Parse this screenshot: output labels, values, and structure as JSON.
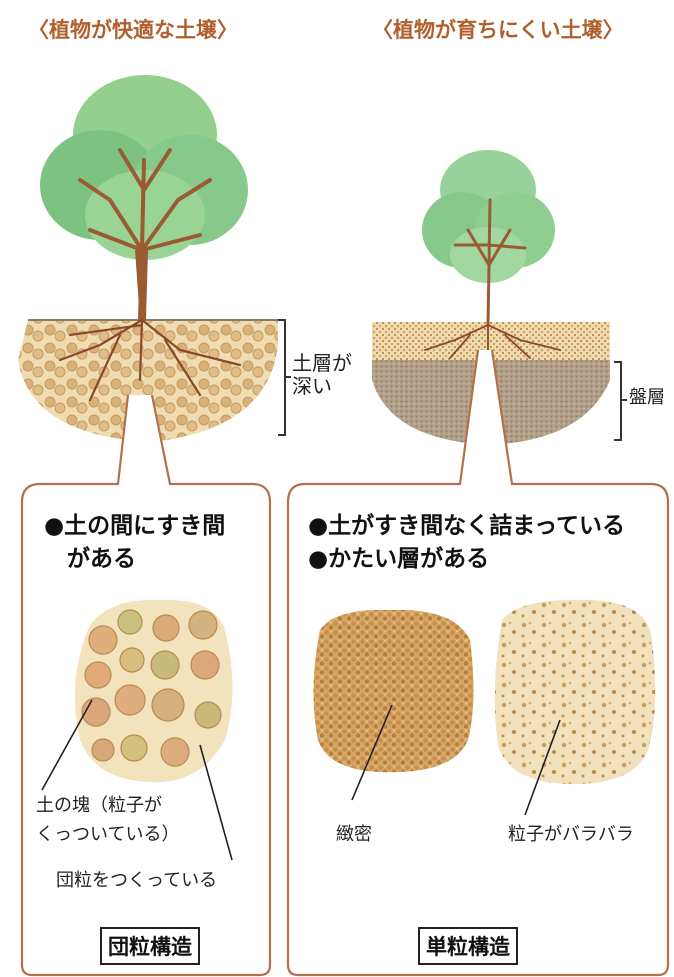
{
  "left": {
    "title": "〈植物が快適な土壌〉",
    "depth_label_line1": "土層が",
    "depth_label_line2": "深い",
    "bullet_line1": "●土の間にすき間",
    "bullet_line2": "　がある",
    "callout_lump_line1": "土の塊（粒子が",
    "callout_lump_line2": "くっついている）",
    "callout_aggregate": "団粒をつくっている",
    "structure_name": "団粒構造"
  },
  "right": {
    "title": "〈植物が育ちにくい土壌〉",
    "hardpan_label": "盤層",
    "bullet_line1": "●土がすき間なく詰まっている",
    "bullet_line2": "●かたい層がある",
    "dense_label": "緻密",
    "loose_label": "粒子がバラバラ",
    "structure_name": "単粒構造"
  },
  "colors": {
    "title": "#b0602e",
    "frame": "#b3714b",
    "soil": "#e8cf9c",
    "soil_dark": "#a08a6e",
    "leaf": "#7cc382",
    "trunk": "#9a5a34"
  }
}
